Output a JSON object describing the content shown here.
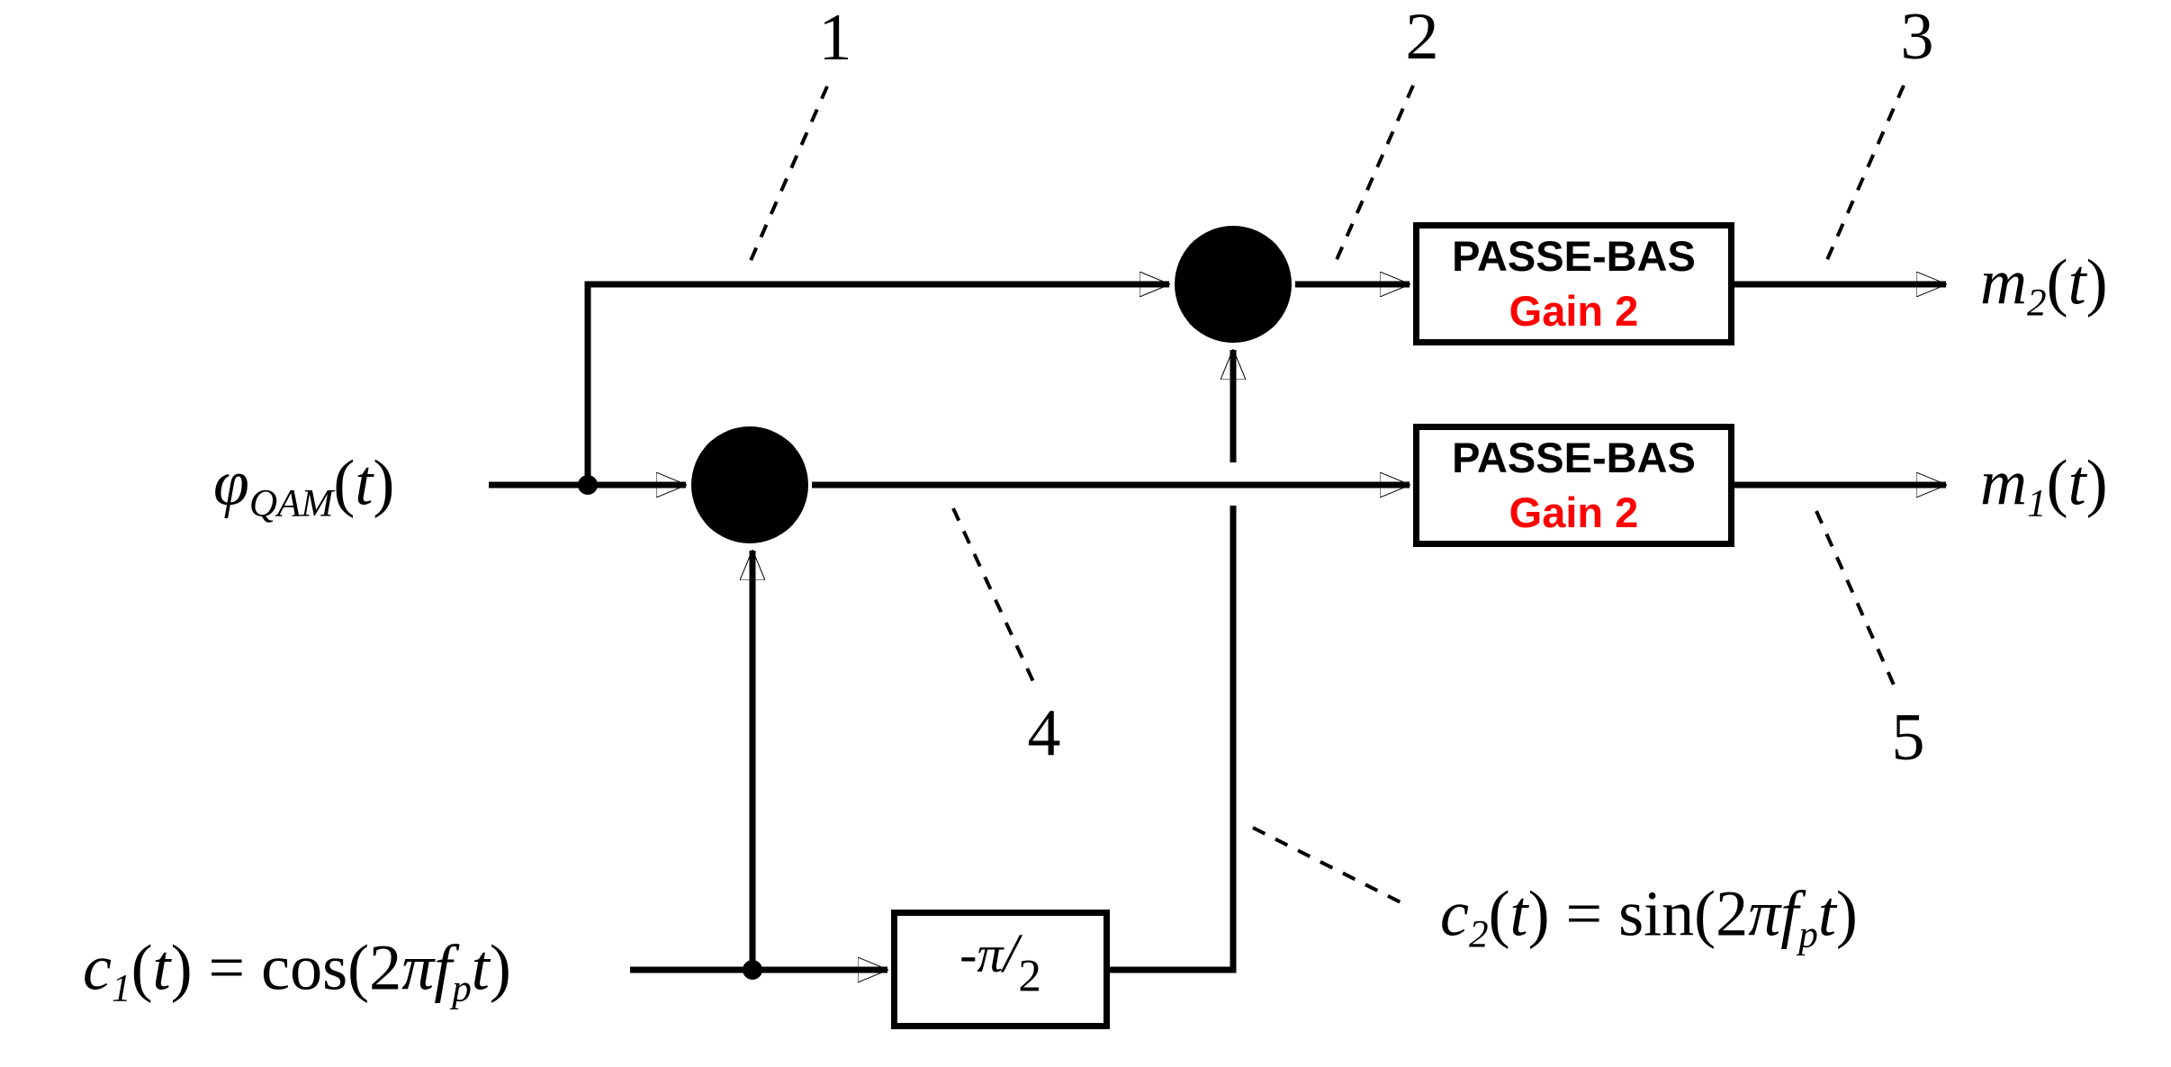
{
  "colors": {
    "ink": "#000000",
    "background": "#FFFFFF",
    "gain_red": "#FF0000"
  },
  "annotations": {
    "n1": "1",
    "n2": "2",
    "n3": "3",
    "n4": "4",
    "n5": "5"
  },
  "blocks": {
    "lowpass_top": {
      "line1": "PASSE-BAS",
      "line2": "Gain 2"
    },
    "lowpass_mid": {
      "line1": "PASSE-BAS",
      "line2": "Gain 2"
    },
    "phase_shifter": {
      "parts": [
        {
          "t": "-π",
          "c": "i"
        },
        {
          "t": "/",
          "c": "sl"
        },
        {
          "t": "2",
          "c": "d"
        }
      ]
    }
  },
  "labels": {
    "input": {
      "parts": [
        {
          "t": "φ",
          "c": "i"
        },
        {
          "t": "QAM",
          "c": "s"
        },
        {
          "t": "(",
          "c": "n"
        },
        {
          "t": "t",
          "c": "i"
        },
        {
          "t": ")",
          "c": "n"
        }
      ]
    },
    "carrier1": {
      "parts": [
        {
          "t": "c",
          "c": "i"
        },
        {
          "t": "1",
          "c": "s"
        },
        {
          "t": "(",
          "c": "n"
        },
        {
          "t": "t",
          "c": "i"
        },
        {
          "t": ") = cos(2",
          "c": "n"
        },
        {
          "t": "π",
          "c": "i"
        },
        {
          "t": "f",
          "c": "i"
        },
        {
          "t": "p",
          "c": "s"
        },
        {
          "t": "t",
          "c": "i"
        },
        {
          "t": ")",
          "c": "n"
        }
      ]
    },
    "carrier2": {
      "parts": [
        {
          "t": "c",
          "c": "i"
        },
        {
          "t": "2",
          "c": "s"
        },
        {
          "t": "(",
          "c": "n"
        },
        {
          "t": "t",
          "c": "i"
        },
        {
          "t": ") = sin(2",
          "c": "n"
        },
        {
          "t": "π",
          "c": "i"
        },
        {
          "t": "f",
          "c": "i"
        },
        {
          "t": "p",
          "c": "s"
        },
        {
          "t": "t",
          "c": "i"
        },
        {
          "t": ")",
          "c": "n"
        }
      ]
    },
    "output_top": {
      "parts": [
        {
          "t": "m",
          "c": "i"
        },
        {
          "t": "2",
          "c": "s"
        },
        {
          "t": "(",
          "c": "n"
        },
        {
          "t": "t",
          "c": "i"
        },
        {
          "t": ")",
          "c": "n"
        }
      ]
    },
    "output_mid": {
      "parts": [
        {
          "t": "m",
          "c": "i"
        },
        {
          "t": "1",
          "c": "s"
        },
        {
          "t": "(",
          "c": "n"
        },
        {
          "t": "t",
          "c": "i"
        },
        {
          "t": ")",
          "c": "n"
        }
      ]
    }
  }
}
